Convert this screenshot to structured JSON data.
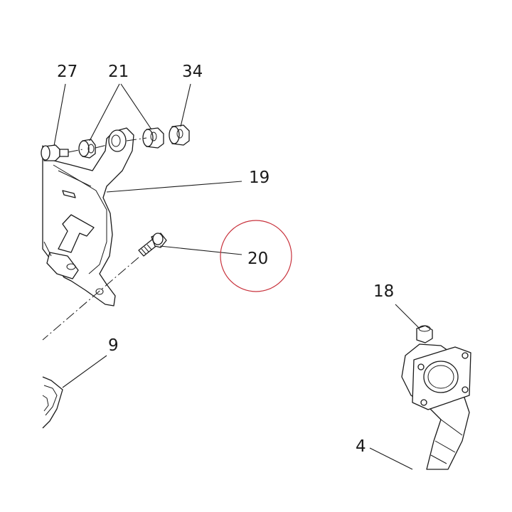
{
  "callouts": {
    "c27": "27",
    "c21": "21",
    "c34": "34",
    "c19": "19",
    "c20": "20",
    "c9": "9",
    "c18": "18",
    "c4": "4"
  },
  "highlight": {
    "callout": "20",
    "color": "#c8323c"
  }
}
